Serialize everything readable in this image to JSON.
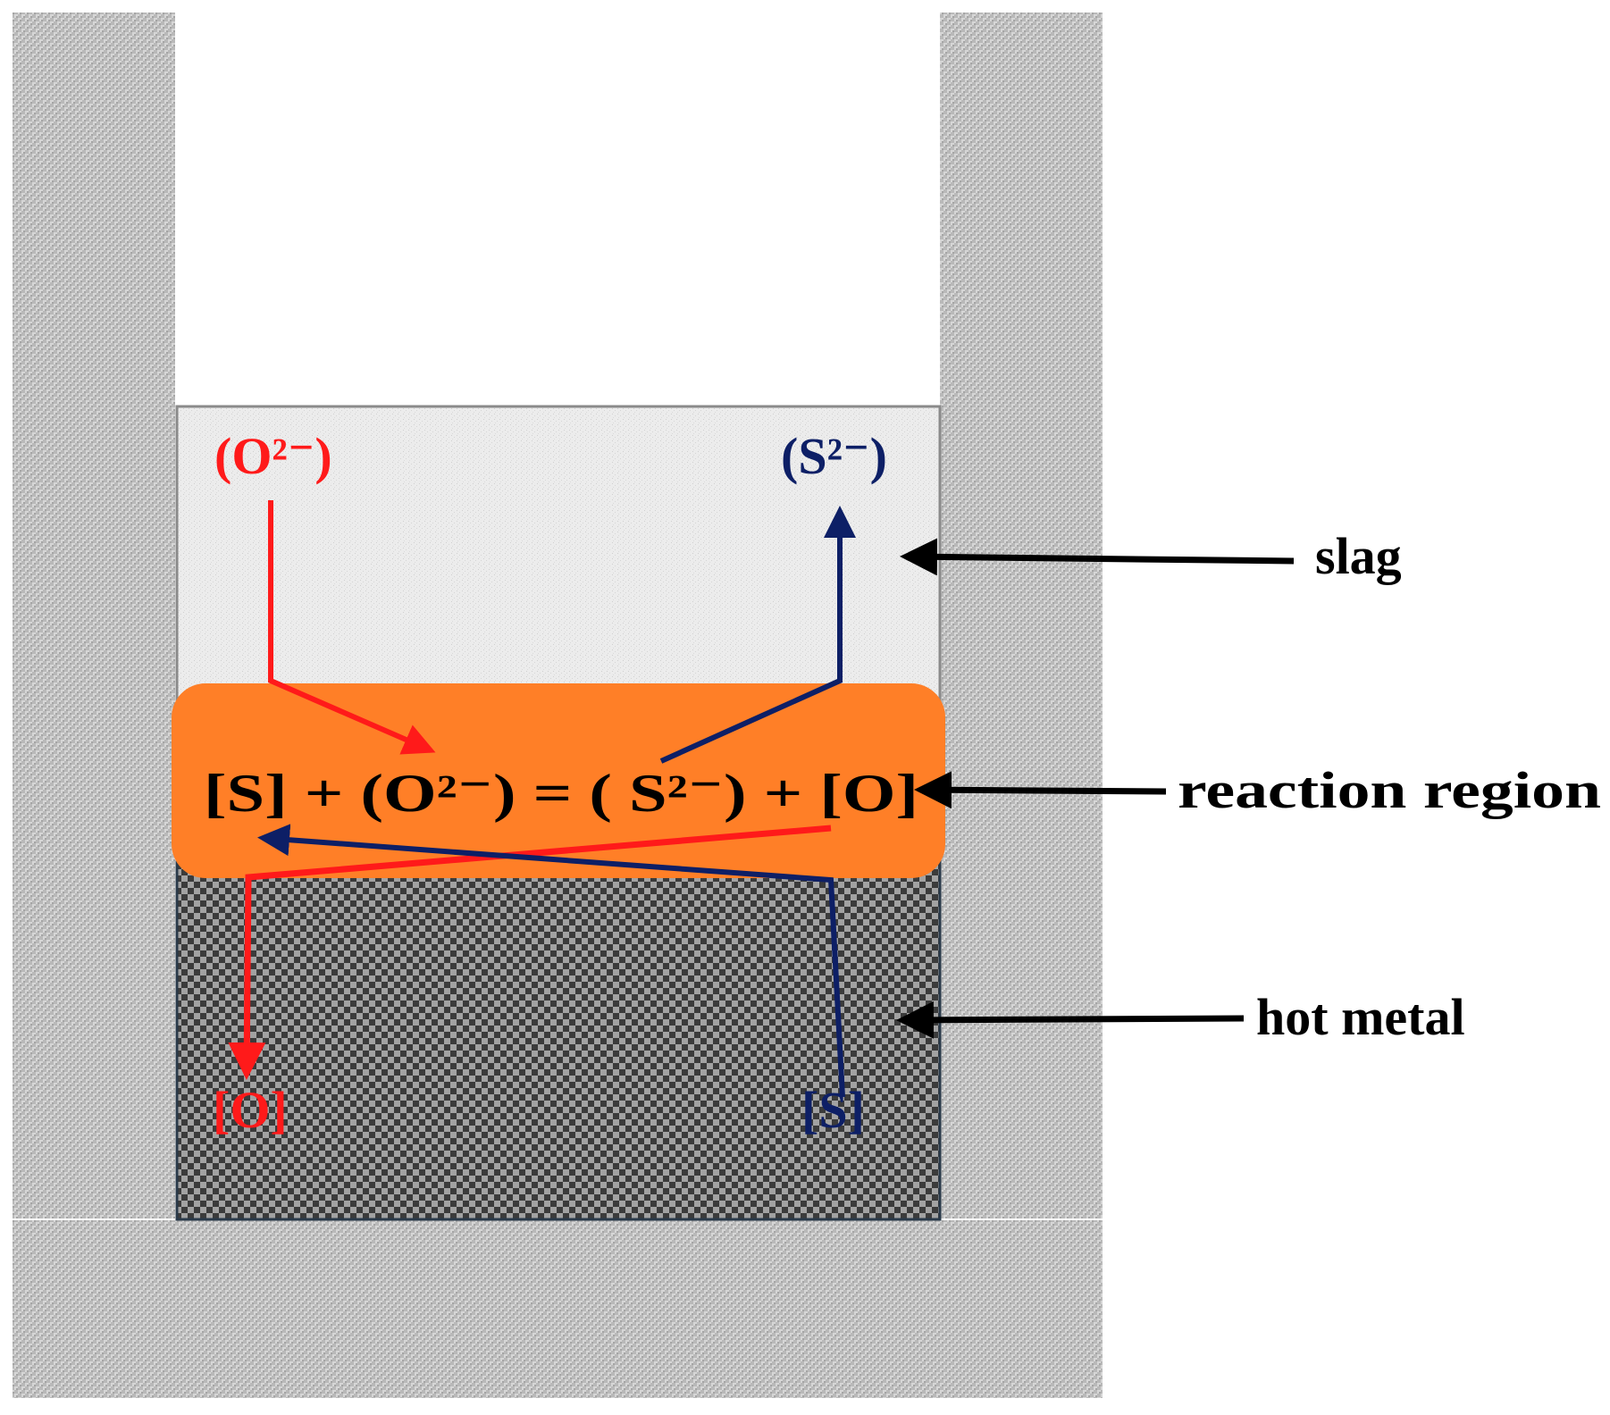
{
  "labels": {
    "slag": "slag",
    "reaction_region": "reaction region",
    "hot_metal": "hot metal"
  },
  "species": {
    "oxide_ion_top": "(O²⁻)",
    "sulfide_ion_top": "(S²⁻)",
    "oxygen_bottom": "[O]",
    "sulfur_bottom": "[S]"
  },
  "equation": {
    "text": "[S] + (O²⁻) = ( S²⁻) + [O]"
  },
  "colors": {
    "red_path": "#ff1a1a",
    "blue_path": "#0d1f66",
    "reaction_region": "#ff7f27",
    "hot_metal_border": "#2a3a4a",
    "pointer_arrows": "#000000"
  }
}
